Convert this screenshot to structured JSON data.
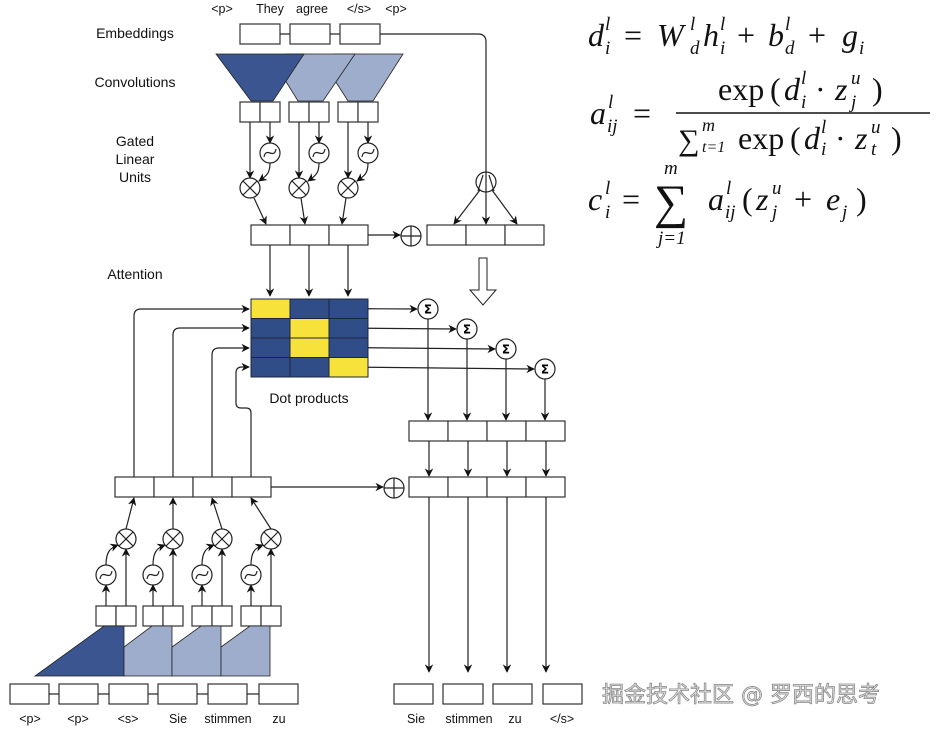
{
  "labels": {
    "embeddings": "Embeddings",
    "convolutions": "Convolutions",
    "glu_line1": "Gated",
    "glu_line2": "Linear",
    "glu_line3": "Units",
    "attention": "Attention",
    "dot_products": "Dot products"
  },
  "encoder_tokens": [
    "<p>",
    "They",
    "agree",
    "</s>",
    "<p>"
  ],
  "decoder_input_tokens": [
    "<p>",
    "<p>",
    "<s>",
    "Sie",
    "stimmen",
    "zu"
  ],
  "decoder_output_tokens": [
    "Sie",
    "stimmen",
    "zu",
    "</s>"
  ],
  "operators": {
    "sum": "Σ",
    "add": "⊕",
    "multiply": "⊗",
    "sigmoid": "sigmoid-icon"
  },
  "attention_matrix": {
    "rows": 4,
    "cols": 3,
    "highlight": [
      [
        1,
        0,
        0
      ],
      [
        0,
        1,
        0
      ],
      [
        0,
        1,
        0
      ],
      [
        0,
        0,
        1
      ]
    ]
  },
  "colors": {
    "conv_dark": "#3b5591",
    "conv_light": "#9eadcb",
    "attn_low": "#314d88",
    "attn_high": "#f7e13b"
  },
  "equations": {
    "eq1": "d_i^l = W_d^l h_i^l + b_d^l + g_i",
    "eq2": "a_ij^l = exp(d_i^l · z_j^u) / Σ_{t=1}^{m} exp(d_i^l · z_t^u)",
    "eq3": "c_i^l = Σ_{j=1}^{m} a_ij^l (z_j^u + e_j)"
  },
  "watermark": "掘金技术社区 @ 罗西的思考"
}
